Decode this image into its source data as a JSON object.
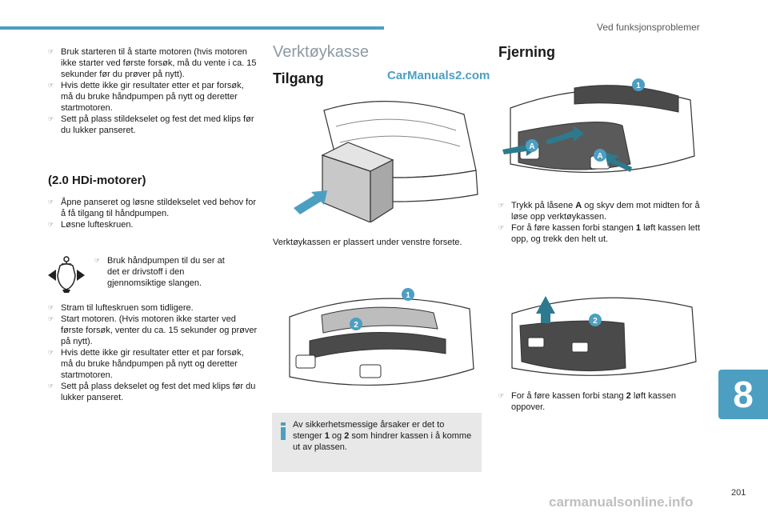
{
  "header": {
    "title": "Ved funksjonsproblemer"
  },
  "col1": {
    "bullets_top": [
      "Bruk starteren til å starte motoren (hvis motoren ikke starter ved første forsøk, må du vente i ca. 15 sekunder før du prøver på nytt).",
      "Hvis dette ikke gir resultater etter et par forsøk, må du bruke håndpumpen på nytt og deretter startmotoren.",
      "Sett på plass stildekselet og fest det med klips før du lukker panseret."
    ],
    "subheading": "(2.0 HDi-motorer)",
    "bullets_mid": [
      "Åpne panseret og løsne stildekselet ved behov for å få tilgang til håndpumpen.",
      "Løsne lufteskruen."
    ],
    "pump_bullet": "Bruk håndpumpen til du ser at det er drivstoff i den gjennomsiktige slangen.",
    "bullets_bottom": [
      "Stram til lufteskruen som tidligere.",
      "Start motoren. (Hvis motoren ikke starter ved første forsøk, venter du ca. 15 sekunder og prøver på nytt).",
      "Hvis dette ikke gir resultater etter et par forsøk, må du bruke håndpumpen på nytt og deretter startmotoren.",
      "Sett på plass dekselet og fest det med klips før du lukker panseret."
    ]
  },
  "col2": {
    "title": "Verktøykasse",
    "subtitle": "Tilgang",
    "watermark": "CarManuals2.com",
    "text": "Verktøykassen er plassert under venstre forsete.",
    "labels": [
      "1",
      "2"
    ],
    "info_pre": "Av sikkerhetsmessige årsaker er det to stenger ",
    "info_b1": "1",
    "info_mid": " og ",
    "info_b2": "2",
    "info_post": " som hindrer kassen i å komme ut av plassen."
  },
  "col3": {
    "title": "Fjerning",
    "labels_top": [
      "1",
      "A",
      "A"
    ],
    "bullet1_pre": "Trykk på låsene ",
    "bullet1_b": "A",
    "bullet1_post": " og skyv dem mot midten for å løse opp verktøykassen.",
    "bullet2_pre": "For å føre kassen forbi stangen ",
    "bullet2_b": "1",
    "bullet2_post": " løft kassen lett opp, og trekk den helt ut.",
    "labels_bottom": [
      "2"
    ],
    "bullet3_pre": "For å føre kassen forbi stang ",
    "bullet3_b": "2",
    "bullet3_post": " løft kassen oppover."
  },
  "chapter": "8",
  "page_number": "201",
  "footer_watermark": "carmanualsonline.info",
  "colors": {
    "accent": "#4c9fc1",
    "heading_grey": "#8b9aa4",
    "info_bg": "#e8e8e8"
  },
  "icons": [
    "hand-pump-icon",
    "info-icon",
    "bullet-marker-icon"
  ]
}
